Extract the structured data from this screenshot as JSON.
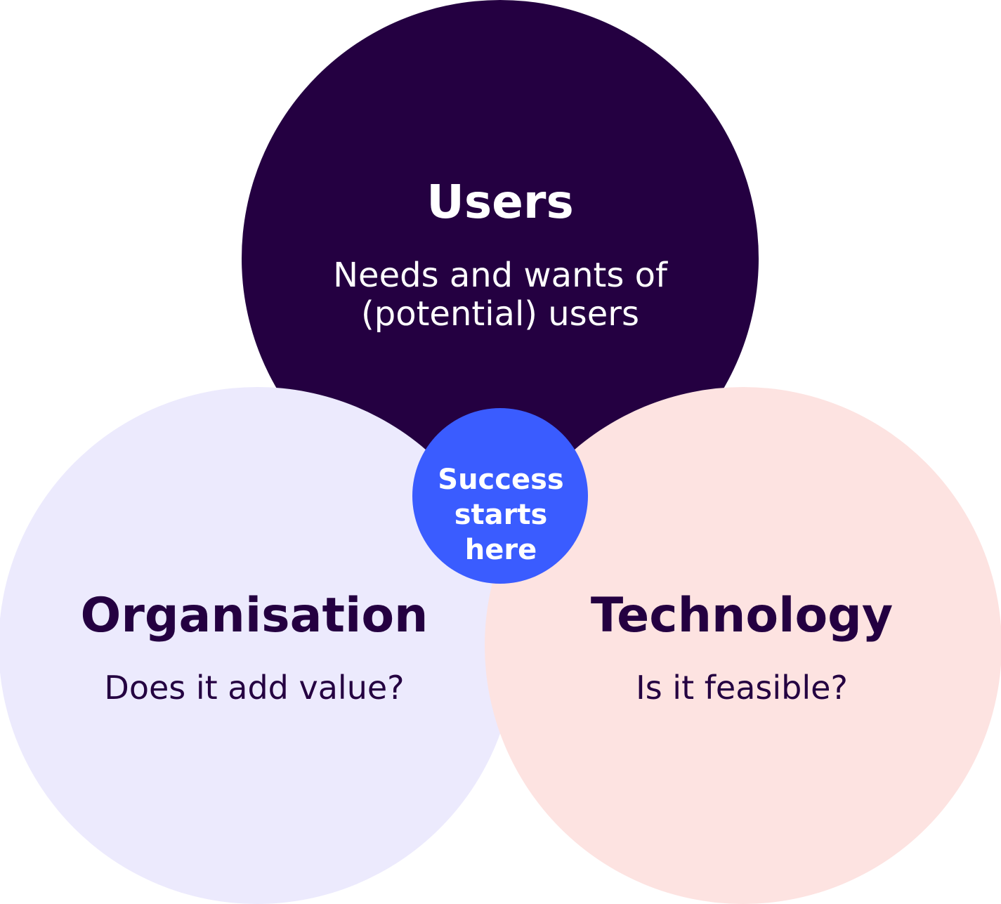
{
  "colors": {
    "users": "#240041",
    "organisation": "#ECEAFD",
    "technology": "#FDE3E1",
    "success": "#3A5CFF",
    "dark_text": "#240041",
    "light_text": "#ffffff"
  },
  "users": {
    "title": "Users",
    "line1": "Needs and wants of",
    "line2": "(potential) users"
  },
  "organisation": {
    "title": "Organisation",
    "subtitle": "Does it add value?"
  },
  "technology": {
    "title": "Technology",
    "subtitle": "Is it feasible?"
  },
  "success": {
    "line1": "Success",
    "line2": "starts",
    "line3": "here"
  }
}
